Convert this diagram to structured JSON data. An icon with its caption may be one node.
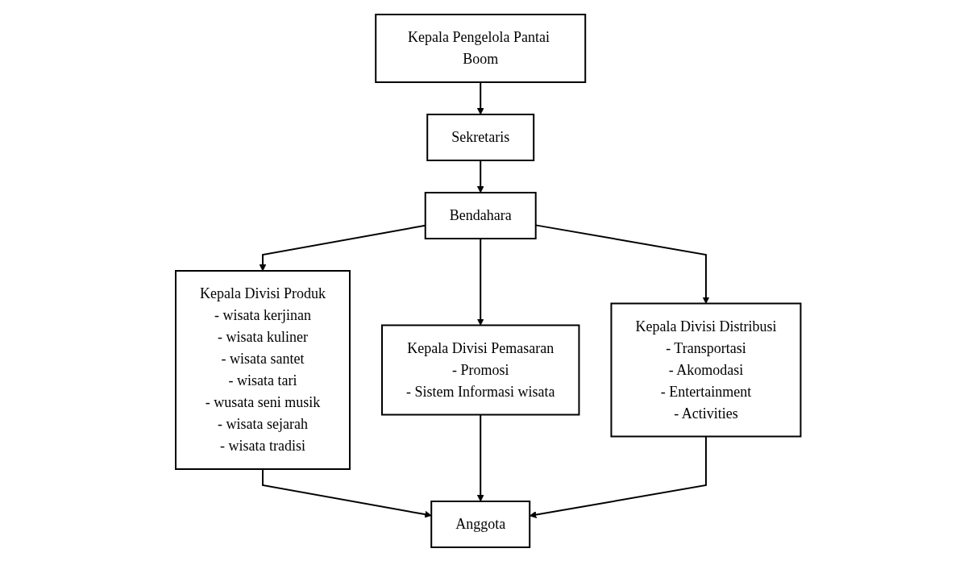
{
  "diagram": {
    "nodes": [
      {
        "text": [
          "Kepala Pengelola Pantai Boom"
        ]
      },
      {
        "text": [
          "Sekretaris"
        ]
      },
      {
        "text": [
          "Bendahara"
        ]
      },
      {
        "text": [
          "Kepala Divisi Produk",
          "- wisata kerjinan",
          "- wisata kuliner",
          "- wisata santet",
          "- wisata tari",
          "- wusata seni musik",
          "- wisata sejarah",
          "- wisata tradisi"
        ]
      },
      {
        "text": [
          "Kepala Divisi Pemasaran",
          "- Promosi",
          "- Sistem Informasi wisata"
        ]
      },
      {
        "text": [
          "Kepala Divisi Distribusi",
          "- Transportasi",
          "- Akomodasi",
          "- Entertainment",
          "- Activities"
        ]
      },
      {
        "text": [
          "Anggota"
        ]
      }
    ],
    "edges": [
      {
        "from": 0,
        "to": 1,
        "arrow": "to"
      },
      {
        "from": 1,
        "to": 2,
        "arrow": "to"
      },
      {
        "from": 2,
        "to": 3,
        "arrow": "to"
      },
      {
        "from": 2,
        "to": 4,
        "arrow": "to"
      },
      {
        "from": 2,
        "to": 5,
        "arrow": "to"
      },
      {
        "from": 3,
        "to": 6,
        "arrow": "to"
      },
      {
        "from": 4,
        "to": 6,
        "arrow": "to"
      },
      {
        "from": 5,
        "to": 6,
        "arrow": "to"
      }
    ]
  }
}
